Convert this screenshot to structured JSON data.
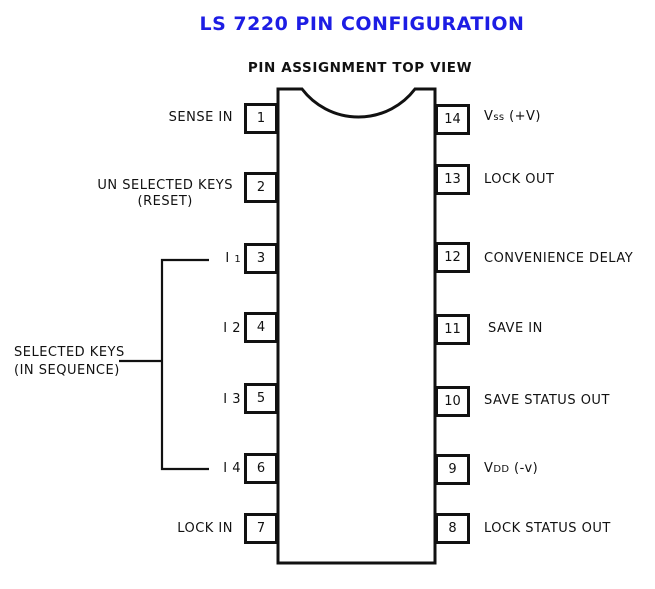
{
  "title": "LS 7220 PIN CONFIGURATION",
  "subtitle": "PIN ASSIGNMENT TOP VIEW",
  "colors": {
    "title_blue": "#1d1de4",
    "ink": "#111111",
    "background": "#ffffff"
  },
  "chip": {
    "left_pins": [
      {
        "number": "1",
        "label_pre": "SENSE IN",
        "label_sub": "",
        "label_post": "",
        "label_line2": ""
      },
      {
        "number": "2",
        "label_pre": "UN SELECTED KEYS",
        "label_sub": "",
        "label_post": "",
        "label_line2": "(RESET)"
      },
      {
        "number": "3",
        "label_pre": "I ",
        "label_sub": "1",
        "label_post": "",
        "label_line2": ""
      },
      {
        "number": "4",
        "label_pre": "I 2",
        "label_sub": "",
        "label_post": "",
        "label_line2": ""
      },
      {
        "number": "5",
        "label_pre": "I 3",
        "label_sub": "",
        "label_post": "",
        "label_line2": ""
      },
      {
        "number": "6",
        "label_pre": "I 4",
        "label_sub": "",
        "label_post": "",
        "label_line2": ""
      },
      {
        "number": "7",
        "label_pre": "LOCK IN",
        "label_sub": "",
        "label_post": "",
        "label_line2": ""
      }
    ],
    "right_pins": [
      {
        "number": "14",
        "label_pre": "V",
        "label_sub": "ss",
        "label_post": " (+V)"
      },
      {
        "number": "13",
        "label_pre": "LOCK OUT",
        "label_sub": "",
        "label_post": ""
      },
      {
        "number": "12",
        "label_pre": "CONVENIENCE DELAY",
        "label_sub": "",
        "label_post": ""
      },
      {
        "number": "11",
        "label_pre": "SAVE IN",
        "label_sub": "",
        "label_post": ""
      },
      {
        "number": "10",
        "label_pre": "SAVE STATUS OUT",
        "label_sub": "",
        "label_post": ""
      },
      {
        "number": "9",
        "label_pre": "V",
        "label_sub": "DD",
        "label_post": " (-v)"
      },
      {
        "number": "8",
        "label_pre": "LOCK STATUS OUT",
        "label_sub": "",
        "label_post": ""
      }
    ],
    "group_label": {
      "line1": "SELECTED KEYS",
      "line2": "(IN SEQUENCE)"
    }
  }
}
